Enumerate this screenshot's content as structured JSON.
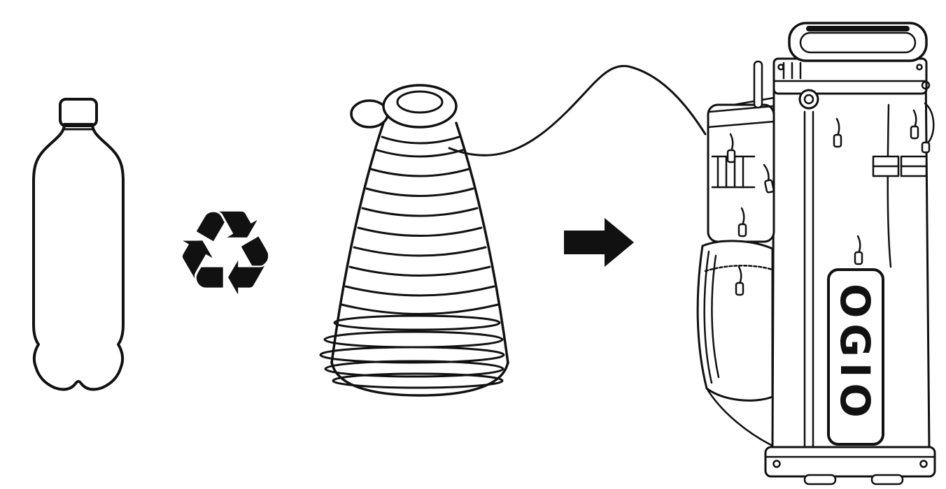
{
  "diagram": {
    "description_semantics": "process-flow: recycled bottle to yarn to golf bag",
    "background_color": "#ffffff",
    "line_color": "#111111",
    "recycle_glyph": "♻",
    "brand_label": "OGIO",
    "icons": {
      "plastic-bottle-icon": "svg-outline-bottle",
      "recycle-symbol-icon": "♻ unicode recycling arrows",
      "yarn-cone-icon": "svg-outline-thread-cone",
      "right-arrow-icon": "svg-solid-right-arrow",
      "golf-bag-icon": "svg-outline-golf-cart-bag"
    },
    "steps": [
      {
        "icon": "plastic-bottle-icon"
      },
      {
        "icon": "recycle-symbol-icon"
      },
      {
        "icon": "yarn-cone-icon"
      },
      {
        "icon": "right-arrow-icon"
      },
      {
        "icon": "golf-bag-icon"
      }
    ]
  }
}
